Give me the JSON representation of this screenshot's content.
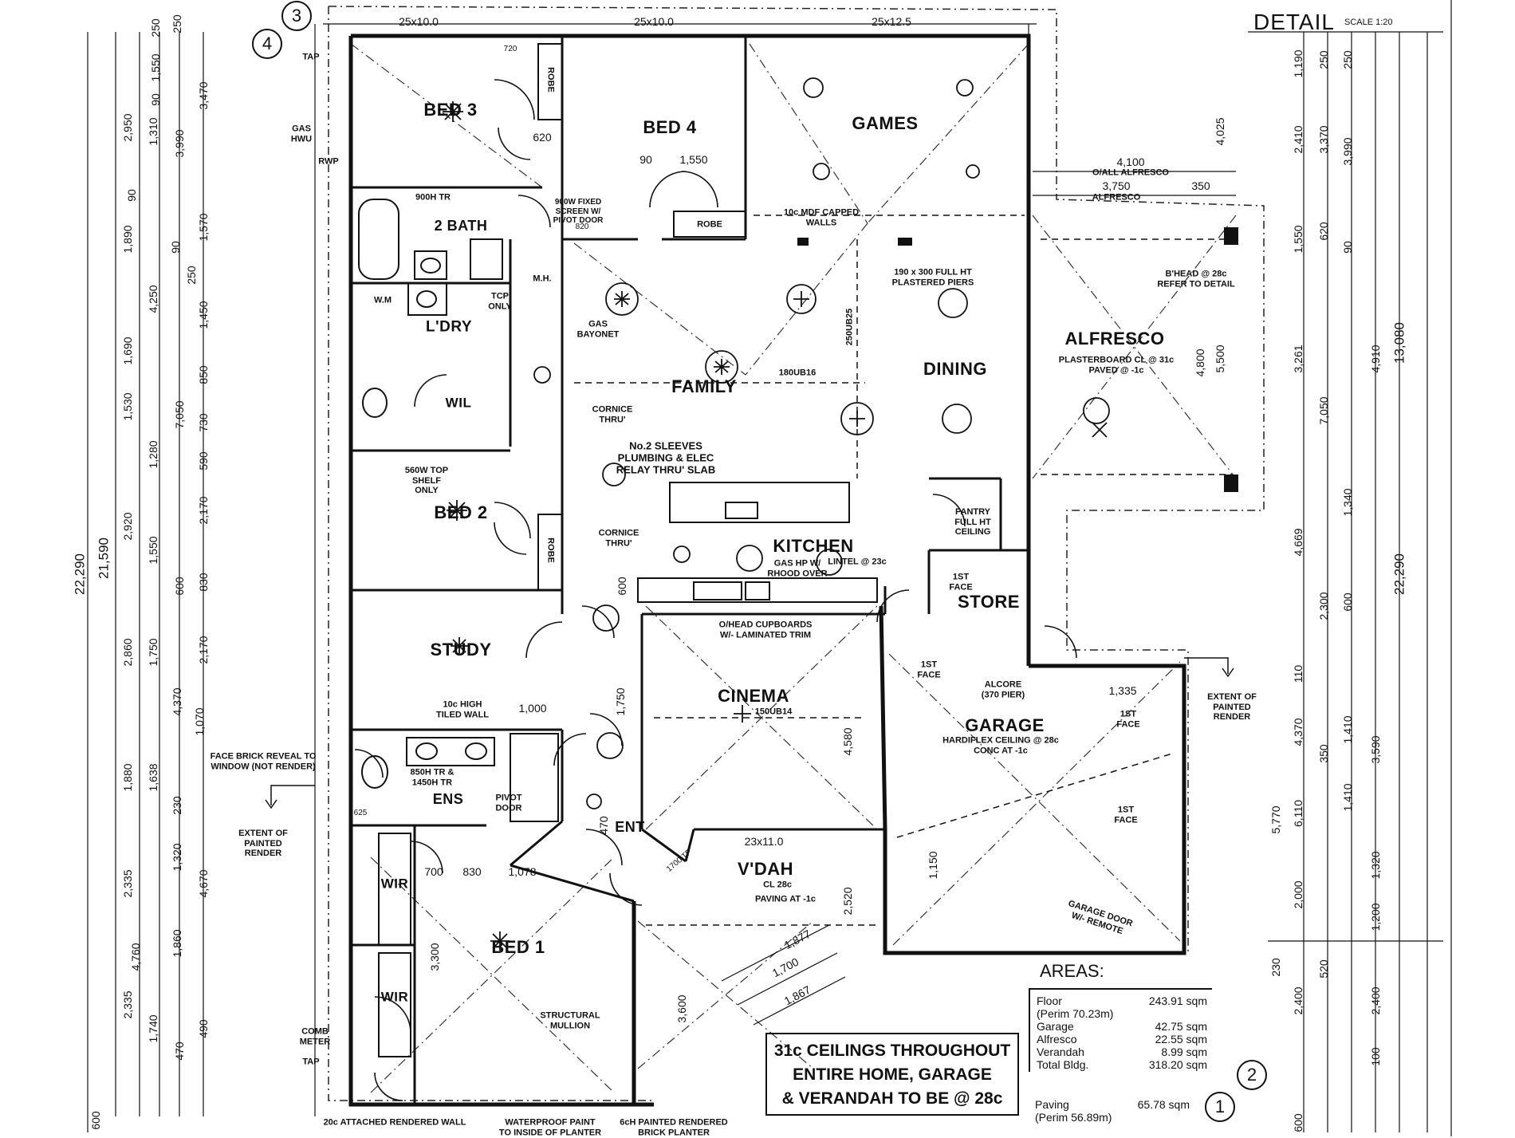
{
  "rooms": {
    "bed3": "BED 3",
    "bed4": "BED 4",
    "games": "GAMES",
    "bath": "2 BATH",
    "ldry": "L'DRY",
    "wil": "WIL",
    "family": "FAMILY",
    "dining": "DINING",
    "alfresco": "ALFRESCO",
    "kitchen": "KITCHEN",
    "bed2": "BED 2",
    "store": "STORE",
    "study": "STUDY",
    "cinema": "CINEMA",
    "garage": "GARAGE",
    "ens": "ENS",
    "ent": "ENT",
    "vdah": "V'DAH",
    "wir1": "WIR",
    "wir2": "WIR",
    "bed1": "BED 1"
  },
  "notes": {
    "screen": "900W FIXED\nSCREEN W/\nPIVOT DOOR",
    "mdf_walls": "10c MDF CAPPED\nWALLS",
    "piers": "190 x 300 FULL HT\nPLASTERED PIERS",
    "gas_bayonet": "GAS\nBAYONET",
    "cornice1": "CORNICE\nTHRU'",
    "sleeves": "No.2 SLEEVES\nPLUMBING & ELEC\nRELAY THRU' SLAB",
    "shelf": "560W TOP\nSHELF\nONLY",
    "cornice2": "CORNICE\nTHRU'",
    "hood": "GAS HP W/\nRHOOD OVER",
    "lintel": "LINTEL @ 23c",
    "pantry": "PANTRY\nFULL HT\nCEILING",
    "ohead": "O/HEAD CUPBOARDS\nW/- LAMINATED TRIM",
    "alfresco_ceiling": "PLASTERBOARD CL @ 31c\nPAVED @ -1c",
    "bhead": "B'HEAD @ 28c\nREFER TO DETAIL",
    "garage_ceiling": "HARDIFLEX CEILING @ 28c\nCONC AT -1c",
    "alcore": "ALCORE\n(370 PIER)",
    "tiled": "10c HIGH\nTILED WALL",
    "ens_tr": "850H TR &\n1450H TR",
    "pivot": "PIVOT\nDOOR",
    "face_brick": "FACE BRICK REVEAL TO\nWINDOW (NOT RENDER)",
    "extent_left": "EXTENT OF\nPAINTED\nRENDER",
    "extent_right": "EXTENT OF\nPAINTED\nRENDER",
    "garage_door": "GARAGE DOOR\nW/- REMOTE",
    "structural": "STRUCTURAL\nMULLION",
    "vdah_cl": "CL 28c",
    "vdah_paving": "PAVING AT -1c",
    "attached_wall": "20c ATTACHED RENDERED WALL",
    "waterproof": "WATERPROOF PAINT\nTO INSIDE OF PLANTER",
    "planter": "6cH PAINTED RENDERED\nBRICK PLANTER",
    "first_face1": "1ST\nFACE",
    "first_face2": "1ST\nFACE",
    "first_face3": "1ST\nFACE",
    "first_face4": "1ST\nFACE",
    "gas_hwu": "GAS\nHWU",
    "tap1": "TAP",
    "tap2": "TAP",
    "rwp": "RWP",
    "wm": "W.M",
    "tcp": "TCP\nONLY",
    "mh": "M.H.",
    "robe1": "ROBE",
    "robe2": "ROBE",
    "robe3": "ROBE",
    "bath_tr": "900H TR",
    "dial_alfresco": "O/ALL ALFRESCO",
    "alfresco_sub": "ALFRESCO",
    "beam_180ub16": "180UB16",
    "beam_250ub25": "250UB25",
    "beam_150ub14": "150UB14",
    "comb_meter": "COMB\nMETER"
  },
  "dims_top": [
    "25x10.0",
    "25x10.0",
    "25x12.5"
  ],
  "dims_misc": {
    "d720": "720",
    "d620": "620",
    "d820": "820",
    "d1550": "1,550",
    "d90": "90",
    "d4100": "4,100",
    "d3750": "3,750",
    "d350": "350",
    "d1000": "1,000",
    "d1335": "1,335",
    "d700": "700",
    "d830": "830",
    "d1078": "1,078",
    "d1877": "1,877",
    "d1700": "1,700",
    "d1867": "1,867",
    "d3300": "3,300",
    "d3600": "3,600",
    "d4580": "4,580",
    "d2520": "2,520",
    "d1150": "1,150",
    "d1750": "1,750",
    "d470": "470",
    "d23x11": "23x11.0",
    "d1700tf": "1700 TF",
    "d5500": "5,500",
    "d4800": "4,800",
    "d625": "625",
    "d600": "600",
    "d1070": "1,070"
  },
  "dims_left": [
    "250",
    "1,550",
    "250",
    "3,470",
    "2,950",
    "1,310",
    "90",
    "3,990",
    "90",
    "1,570",
    "1,890",
    "90",
    "250",
    "4,250",
    "1,450",
    "1,690",
    "850",
    "7,050",
    "1,530",
    "730",
    "1,280",
    "590",
    "2,170",
    "2,920",
    "1,550",
    "600",
    "830",
    "2,860",
    "1,750",
    "2,170",
    "4,370",
    "1,070",
    "1,880",
    "1,638",
    "230",
    "2,335",
    "1,320",
    "4,670",
    "4,760",
    "1,860",
    "2,335",
    "1,740",
    "470",
    "490",
    "600"
  ],
  "dims_left_overall": [
    "22,290",
    "21,590"
  ],
  "dims_right": [
    "1,190",
    "250",
    "250",
    "2,410",
    "3,370",
    "3,990",
    "4,025",
    "1,550",
    "620",
    "90",
    "3,261",
    "4,910",
    "13,080",
    "7,050",
    "1,340",
    "4,669",
    "2,300",
    "600",
    "110",
    "22,290",
    "4,370",
    "1,410",
    "350",
    "3,590",
    "5,770",
    "6,110",
    "2,000",
    "1,410",
    "1,320",
    "1,200",
    "2,400",
    "2,400",
    "230",
    "520",
    "100",
    "600"
  ],
  "detail": {
    "title": "DETAIL",
    "scale": "SCALE 1:20"
  },
  "areas": {
    "title": "AREAS:",
    "rows": [
      {
        "label": "Floor",
        "value": "243.91 sqm"
      },
      {
        "label": "(Perim 70.23m)",
        "value": ""
      },
      {
        "label": "Garage",
        "value": "42.75 sqm"
      },
      {
        "label": "Alfresco",
        "value": "22.55 sqm"
      },
      {
        "label": "Verandah",
        "value": "8.99 sqm"
      },
      {
        "label": "Total Bldg.",
        "value": "318.20 sqm"
      }
    ],
    "paving": [
      {
        "label": "Paving",
        "value": "65.78 sqm"
      },
      {
        "label": "(Perim 56.89m)",
        "value": ""
      }
    ]
  },
  "ceiling_note": [
    "31c CEILINGS THROUGHOUT",
    "ENTIRE HOME, GARAGE",
    "& VERANDAH TO BE @ 28c"
  ],
  "markers": [
    "4",
    "3",
    "2",
    "1"
  ]
}
